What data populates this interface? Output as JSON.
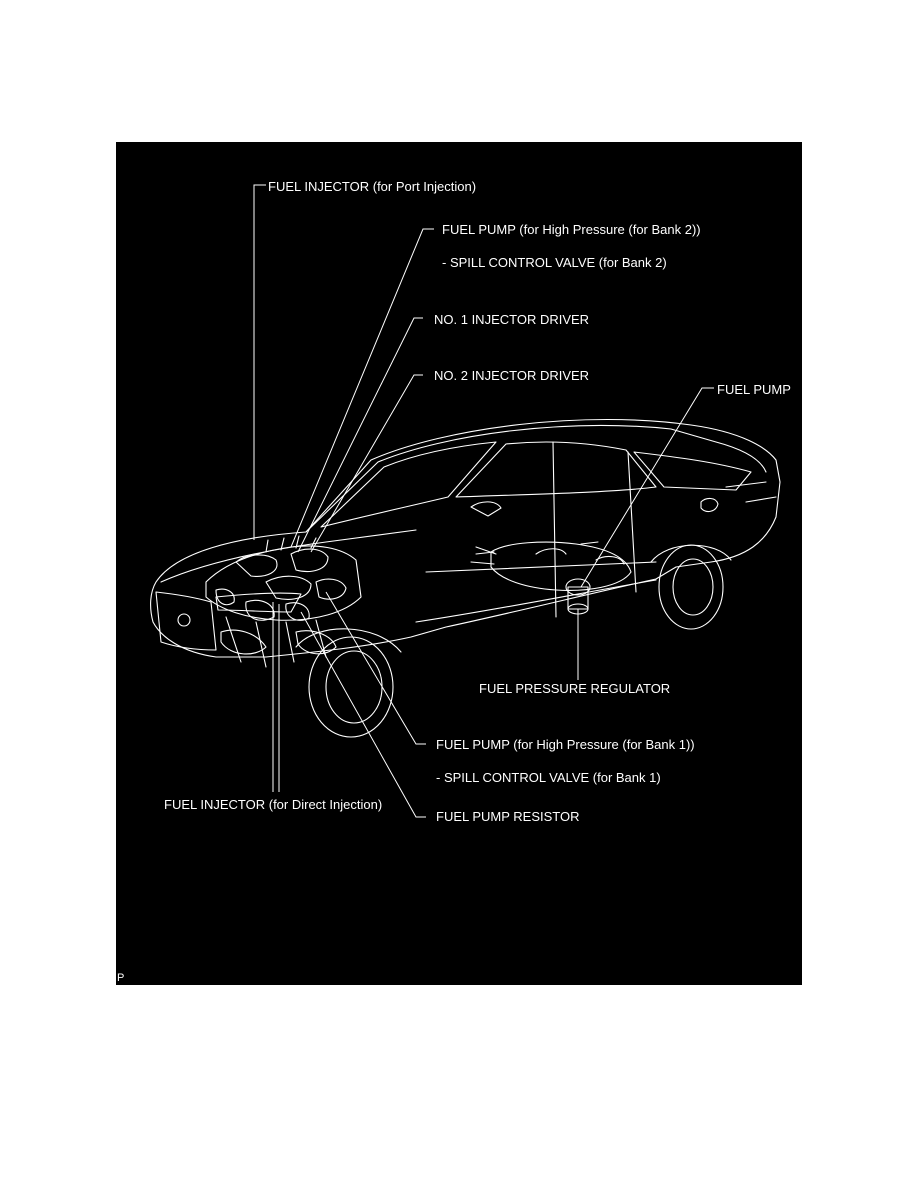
{
  "diagram": {
    "labels": {
      "port_injector": "FUEL INJECTOR (for Port Injection)",
      "pump_bank2": "FUEL PUMP (for High Pressure (for Bank 2))",
      "spill_bank2": "- SPILL CONTROL VALVE (for Bank 2)",
      "injector_driver_1": "NO. 1 INJECTOR DRIVER",
      "injector_driver_2": "NO. 2 INJECTOR DRIVER",
      "fuel_pump": "FUEL PUMP",
      "pressure_regulator": "FUEL PRESSURE REGULATOR",
      "pump_bank1": "FUEL PUMP (for High Pressure (for Bank 1))",
      "spill_bank1": "- SPILL CONTROL VALVE (for Bank 1)",
      "direct_injector": "FUEL INJECTOR (for Direct Injection)",
      "pump_resistor": "FUEL PUMP RESISTOR"
    },
    "corner_mark": "P",
    "colors": {
      "panel_background": "#000000",
      "line_art": "#ffffff",
      "page_background": "#ffffff"
    }
  }
}
